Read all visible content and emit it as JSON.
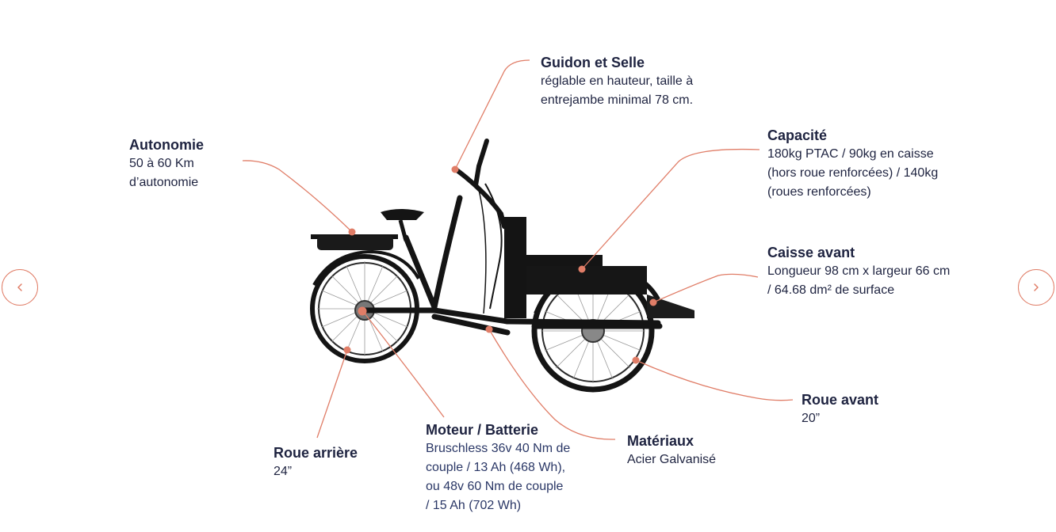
{
  "colors": {
    "accent": "#e07d67",
    "text": "#1e2340",
    "bike": "#141414"
  },
  "nav": {
    "prev_icon": "chevron-left-icon",
    "next_icon": "chevron-right-icon"
  },
  "callouts": {
    "guidon": {
      "title": "Guidon et Selle",
      "desc": [
        "réglable en hauteur, taille à",
        "entrejambe minimal 78 cm."
      ]
    },
    "autonomie": {
      "title": "Autonomie",
      "desc": [
        "50 à 60 Km",
        "d’autonomie"
      ]
    },
    "capacite": {
      "title": "Capacité",
      "desc": [
        "180kg PTAC / 90kg en caisse",
        "(hors roue renforcées) / 140kg",
        "(roues renforcées)"
      ]
    },
    "caisse": {
      "title": "Caisse avant",
      "desc": [
        "Longueur 98 cm x largeur 66 cm",
        "/ 64.68 dm² de surface"
      ]
    },
    "roue_avant": {
      "title": "Roue avant",
      "desc": [
        "20”"
      ]
    },
    "materiaux": {
      "title": "Matériaux",
      "desc": [
        "Acier Galvanisé"
      ]
    },
    "moteur": {
      "title": "Moteur / Batterie",
      "desc": [
        "Bruschless 36v 40 Nm de",
        "couple / 13 Ah (468 Wh),",
        "ou 48v 60 Nm de couple",
        "/ 15 Ah (702 Wh)"
      ]
    },
    "roue_arriere": {
      "title": "Roue arrière",
      "desc": [
        "24”"
      ]
    }
  }
}
